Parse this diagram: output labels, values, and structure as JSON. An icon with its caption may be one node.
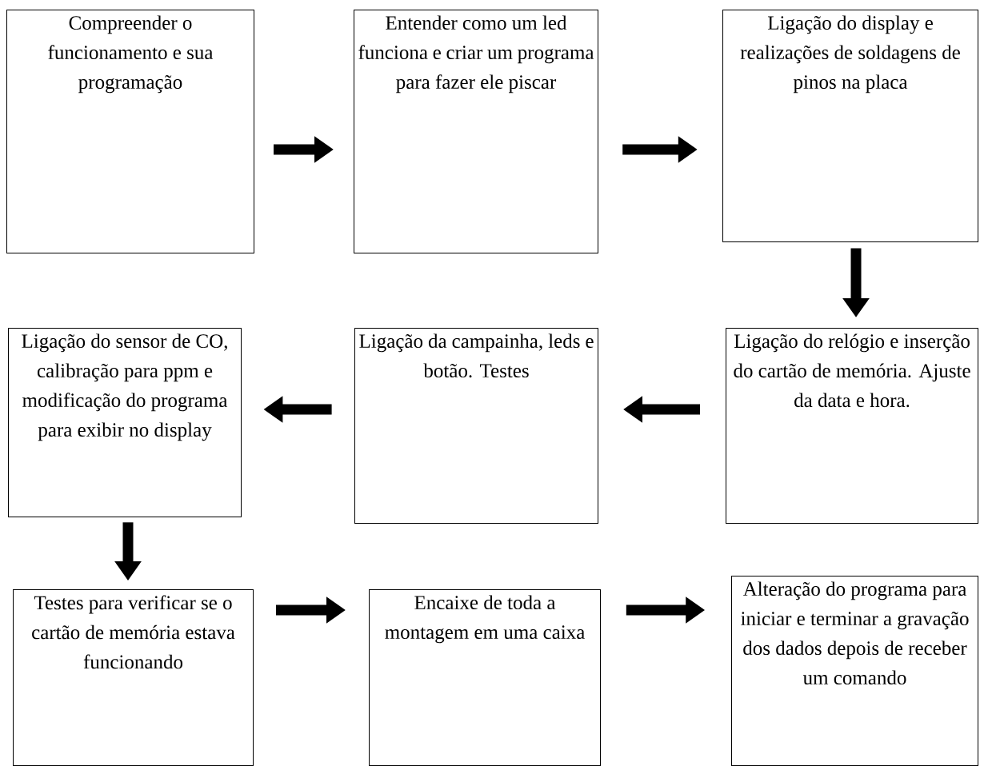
{
  "diagram": {
    "nodes": [
      {
        "text": [
          "Compreender o funcionamento e sua programação"
        ]
      },
      {
        "text": [
          "Entender como um led funciona e criar um programa para fazer ele piscar"
        ]
      },
      {
        "text": [
          "Ligação do display e realizações de soldagens de pinos na placa"
        ]
      },
      {
        "text": [
          "Ligação do relógio e inserção do cartão de memória. Ajuste da data e hora."
        ]
      },
      {
        "text": [
          "Ligação da campainha, leds e botão. Testes"
        ]
      },
      {
        "text": [
          "Ligação do sensor de CO, calibração para ppm e modificação do programa para exibir no display"
        ]
      },
      {
        "text": [
          "Testes para verificar se o cartão de memória estava funcionando"
        ]
      },
      {
        "text": [
          "Encaixe de toda a montagem em uma caixa"
        ]
      },
      {
        "text": [
          "Alteração do programa para iniciar e terminar a gravação dos dados depois de receber um comando"
        ]
      }
    ],
    "edges": [
      {
        "from": 0,
        "to": 1,
        "arrow": "to"
      },
      {
        "from": 1,
        "to": 2,
        "arrow": "to"
      },
      {
        "from": 2,
        "to": 3,
        "arrow": "to"
      },
      {
        "from": 3,
        "to": 4,
        "arrow": "to"
      },
      {
        "from": 4,
        "to": 5,
        "arrow": "to"
      },
      {
        "from": 5,
        "to": 6,
        "arrow": "to"
      },
      {
        "from": 6,
        "to": 7,
        "arrow": "to"
      },
      {
        "from": 7,
        "to": 8,
        "arrow": "to"
      }
    ]
  }
}
